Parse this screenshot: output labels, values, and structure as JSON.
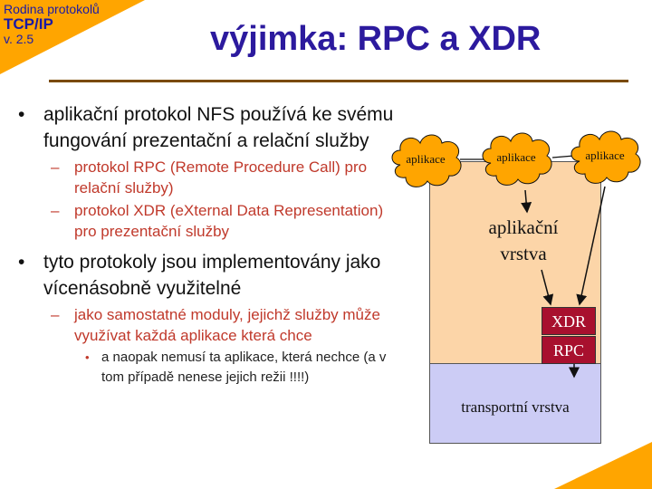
{
  "brand": {
    "line1": "Rodina protokolů",
    "line2": "TCP/IP",
    "line3": "v. 2.5"
  },
  "title": "výjimka: RPC a XDR",
  "content": {
    "bullet1": "aplikační protokol NFS používá ke svému fungování prezentační a relační služby",
    "bullet1_sub": [
      "protokol RPC (Remote Procedure Call) pro relační služby)",
      "protokol XDR (eXternal Data Representation) pro prezentační služby"
    ],
    "bullet2": "tyto protokoly jsou implementovány jako vícenásobně využitelné",
    "bullet2_sub": "jako samostatné moduly, jejichž služby může využívat každá aplikace která chce",
    "bullet2_subsub": "a naopak nemusí ta aplikace, která nechce (a v tom případě nenese jejich režii !!!!)"
  },
  "diagram": {
    "clouds": [
      "aplikace",
      "aplikace",
      "aplikace"
    ],
    "app_layer_label_line1": "aplikační",
    "app_layer_label_line2": "vrstva",
    "xdr": "XDR",
    "rpc": "RPC",
    "transport_label": "transportní vrstva"
  },
  "colors": {
    "accent_orange": "#ffa500",
    "title_blue": "#2c1a9e",
    "sub_bullet_red": "#c0392b",
    "app_layer": "#fcd5a8",
    "transport_layer": "#ccccf5",
    "module_box": "#a8102e"
  }
}
